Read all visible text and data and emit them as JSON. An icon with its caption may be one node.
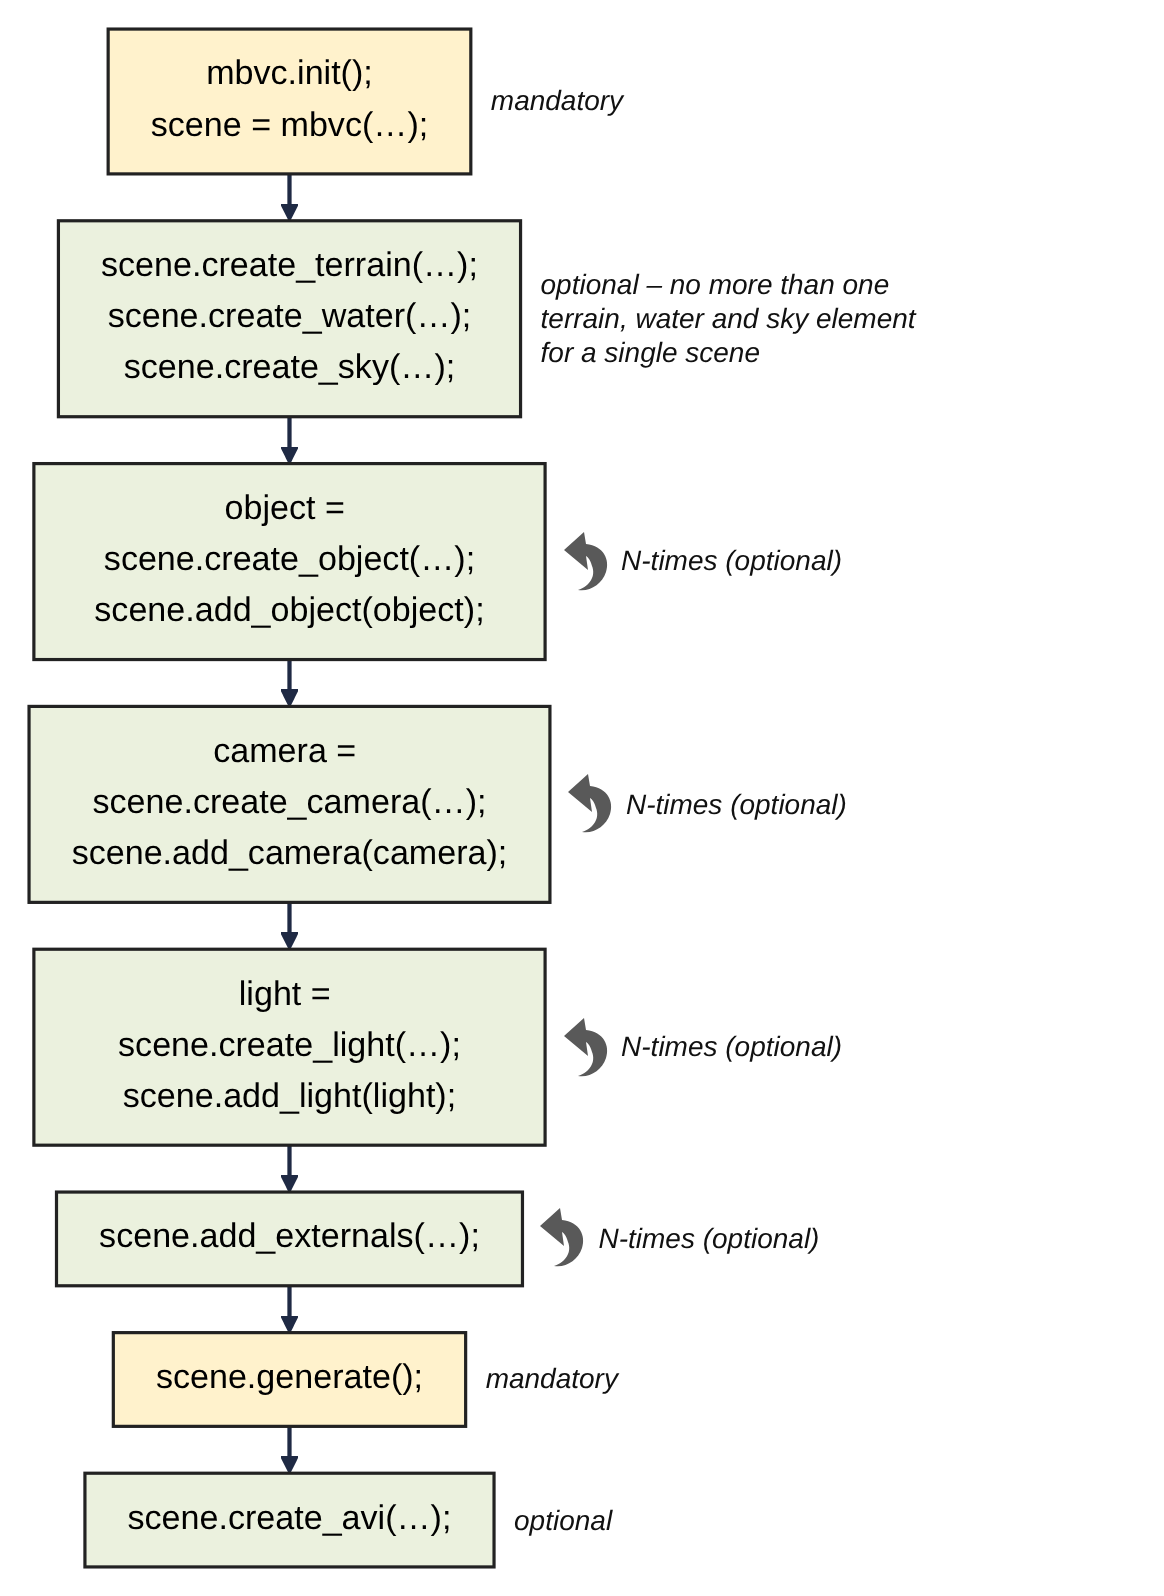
{
  "diagram": {
    "nodes": [
      {
        "text": [
          "mbvc.init();",
          "scene = mbvc(…);"
        ],
        "beside": [
          "mandatory"
        ]
      },
      {
        "text": [
          "scene.create_terrain(…);",
          "scene.create_water(…);",
          "scene.create_sky(…);"
        ],
        "beside": [
          "optional – no more than one terrain, water and sky element for a single scene"
        ]
      },
      {
        "text": [
          "object = scene.create_object(…);",
          "scene.add_object(object);"
        ],
        "beside": [
          "N-times (optional)"
        ]
      },
      {
        "text": [
          "camera = scene.create_camera(…);",
          "scene.add_camera(camera);"
        ],
        "beside": [
          "N-times (optional)"
        ]
      },
      {
        "text": [
          "light = scene.create_light(…);",
          "scene.add_light(light);"
        ],
        "beside": [
          "N-times (optional)"
        ]
      },
      {
        "text": [
          "scene.add_externals(…);"
        ],
        "beside": [
          "N-times (optional)"
        ]
      },
      {
        "text": [
          "scene.generate();"
        ],
        "beside": [
          "mandatory"
        ]
      },
      {
        "text": [
          "scene.create_avi(…);"
        ],
        "beside": [
          "optional"
        ]
      }
    ],
    "edges": [
      {
        "from": 0,
        "to": 1,
        "arrow": "to"
      },
      {
        "from": 1,
        "to": 2,
        "arrow": "to"
      },
      {
        "from": 2,
        "to": 3,
        "arrow": "to"
      },
      {
        "from": 3,
        "to": 4,
        "arrow": "to"
      },
      {
        "from": 4,
        "to": 5,
        "arrow": "to"
      },
      {
        "from": 5,
        "to": 6,
        "arrow": "to"
      },
      {
        "from": 6,
        "to": 7,
        "arrow": "to"
      }
    ]
  }
}
